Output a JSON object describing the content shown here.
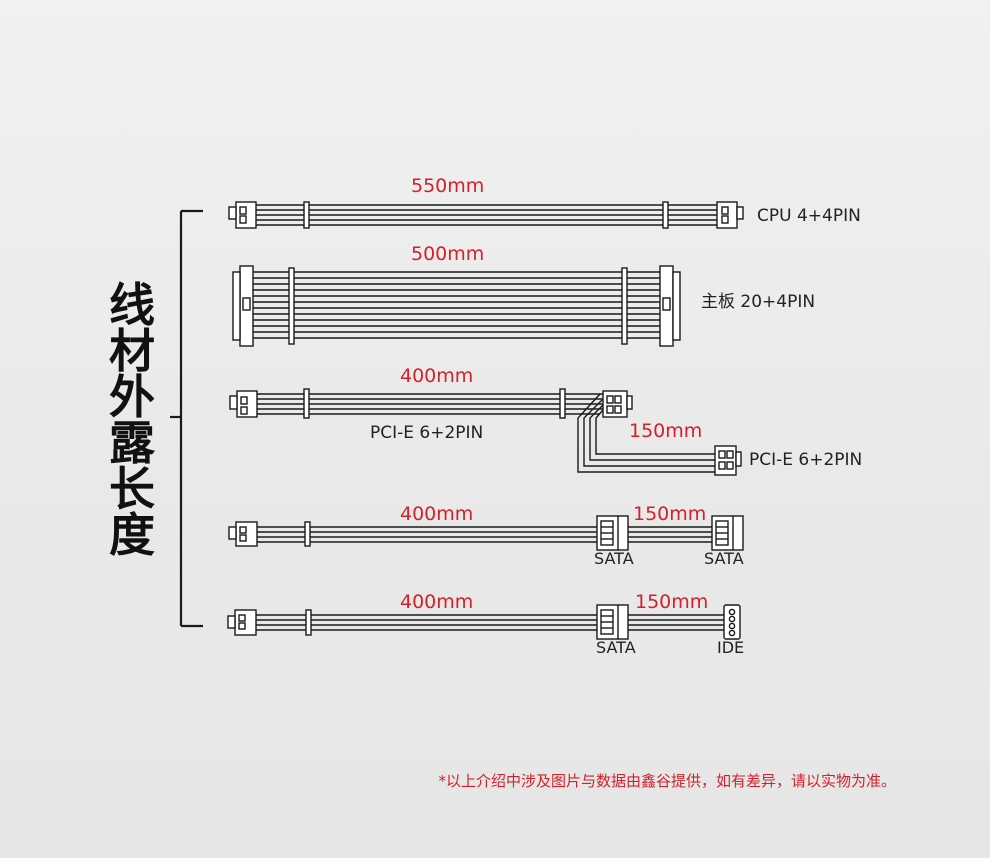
{
  "title_chars": [
    "线",
    "材",
    "外",
    "露",
    "长",
    "度"
  ],
  "cables": {
    "cpu": {
      "length": "550mm",
      "label": "CPU 4+4PIN"
    },
    "mb": {
      "length": "500mm",
      "label": "主板 20+4PIN"
    },
    "pcie": {
      "length": "400mm",
      "label": "PCI-E 6+2PIN",
      "branch_length": "150mm",
      "branch_label": "PCI-E 6+2PIN"
    },
    "sata": {
      "length": "400mm",
      "branch_length": "150mm",
      "label1": "SATA",
      "label2": "SATA"
    },
    "ide": {
      "length": "400mm",
      "branch_length": "150mm",
      "label1": "SATA",
      "label2": "IDE"
    }
  },
  "note": "*以上介绍中涉及图片与数据由鑫谷提供，如有差异，请以实物为准。",
  "colors": {
    "accent": "#d51f2a",
    "line": "#1a1a1a",
    "background": "#ececec"
  }
}
